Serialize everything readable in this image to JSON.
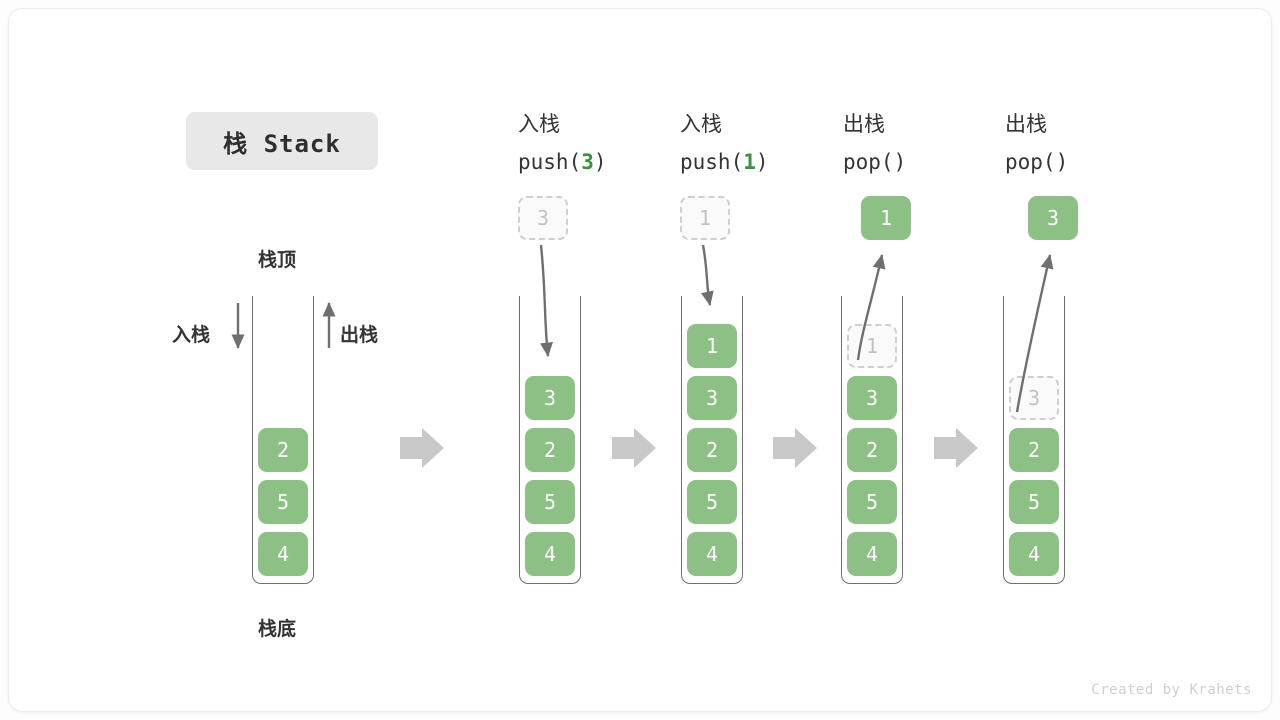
{
  "title": "栈 Stack",
  "labels": {
    "top": "栈顶",
    "bottom": "栈底",
    "push": "入栈",
    "pop": "出栈"
  },
  "credit": "Created by Krahets",
  "colors": {
    "cell_green": "#8cc084",
    "accent_green": "#3a9142",
    "ghost_border": "#cfcfcf",
    "arrow_gray": "#c8c8c8",
    "line_gray": "#6f6f6f",
    "badge_bg": "#e8e8e8"
  },
  "steps": [
    {
      "id": "initial",
      "head_cn": "",
      "head_code": "",
      "head_arg": "",
      "cells_bottom_to_top": [
        "4",
        "5",
        "2"
      ],
      "ghost_top": null,
      "float_box": null,
      "float_state": null
    },
    {
      "id": "push-3",
      "head_cn": "入栈",
      "head_code_pre": "push(",
      "head_arg": "3",
      "head_code_post": ")",
      "cells_bottom_to_top": [
        "4",
        "5",
        "2",
        "3"
      ],
      "float_box": "3",
      "float_state": "ghost",
      "arrow_dir": "down"
    },
    {
      "id": "push-1",
      "head_cn": "入栈",
      "head_code_pre": "push(",
      "head_arg": "1",
      "head_code_post": ")",
      "cells_bottom_to_top": [
        "4",
        "5",
        "2",
        "3",
        "1"
      ],
      "float_box": "1",
      "float_state": "ghost",
      "arrow_dir": "down"
    },
    {
      "id": "pop-1",
      "head_cn": "出栈",
      "head_code_pre": "pop(",
      "head_arg": "",
      "head_code_post": ")",
      "cells_bottom_to_top": [
        "4",
        "5",
        "2",
        "3"
      ],
      "ghost_top": "1",
      "float_box": "1",
      "float_state": "solid",
      "arrow_dir": "up"
    },
    {
      "id": "pop-3",
      "head_cn": "出栈",
      "head_code_pre": "pop(",
      "head_arg": "",
      "head_code_post": ")",
      "cells_bottom_to_top": [
        "4",
        "5",
        "2"
      ],
      "ghost_top": "3",
      "float_box": "3",
      "float_state": "solid",
      "arrow_dir": "up"
    }
  ]
}
